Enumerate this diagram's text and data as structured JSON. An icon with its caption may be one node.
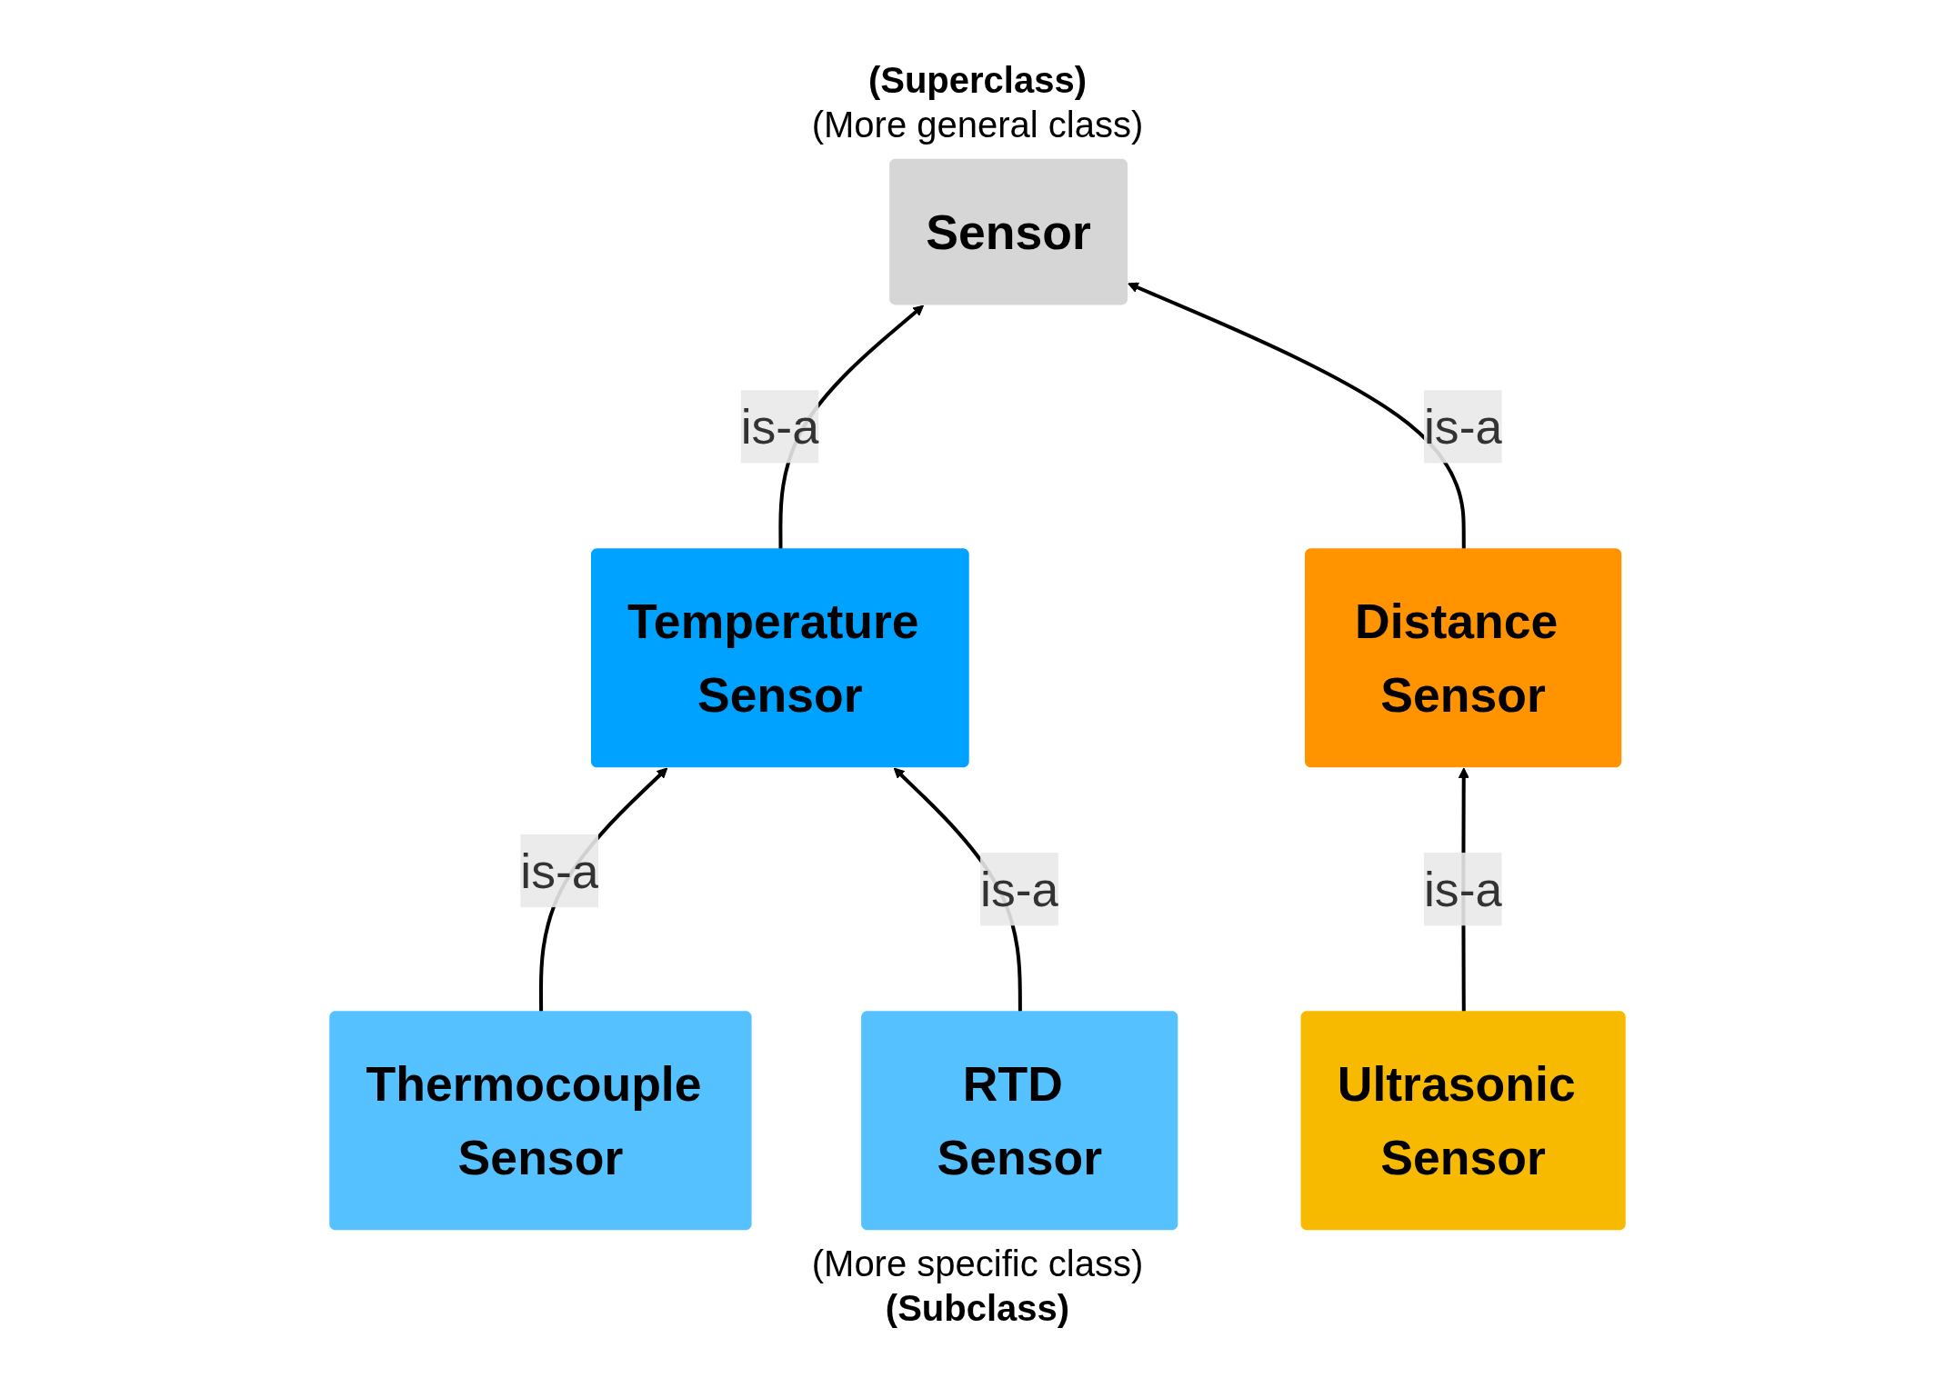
{
  "diagram": {
    "nodes": [
      {
        "text": [
          "Sensor"
        ]
      },
      {
        "text": [
          "Temperature Sensor"
        ]
      },
      {
        "text": [
          "Distance Sensor"
        ]
      },
      {
        "text": [
          "Thermocouple Sensor"
        ]
      },
      {
        "text": [
          "RTD Sensor"
        ]
      },
      {
        "text": [
          "Ultrasonic Sensor"
        ]
      }
    ],
    "edges": [
      {
        "from": 1,
        "to": 0,
        "arrow": "to",
        "label": "is-a"
      },
      {
        "from": 2,
        "to": 0,
        "arrow": "to",
        "label": "is-a"
      },
      {
        "from": 3,
        "to": 1,
        "arrow": "to",
        "label": "is-a"
      },
      {
        "from": 4,
        "to": 1,
        "arrow": "to",
        "label": "is-a"
      },
      {
        "from": 5,
        "to": 2,
        "arrow": "to",
        "label": "is-a"
      }
    ],
    "labels": [
      "(Superclass)",
      "(More general class)",
      "(More specific class)",
      "(Subclass)"
    ]
  }
}
